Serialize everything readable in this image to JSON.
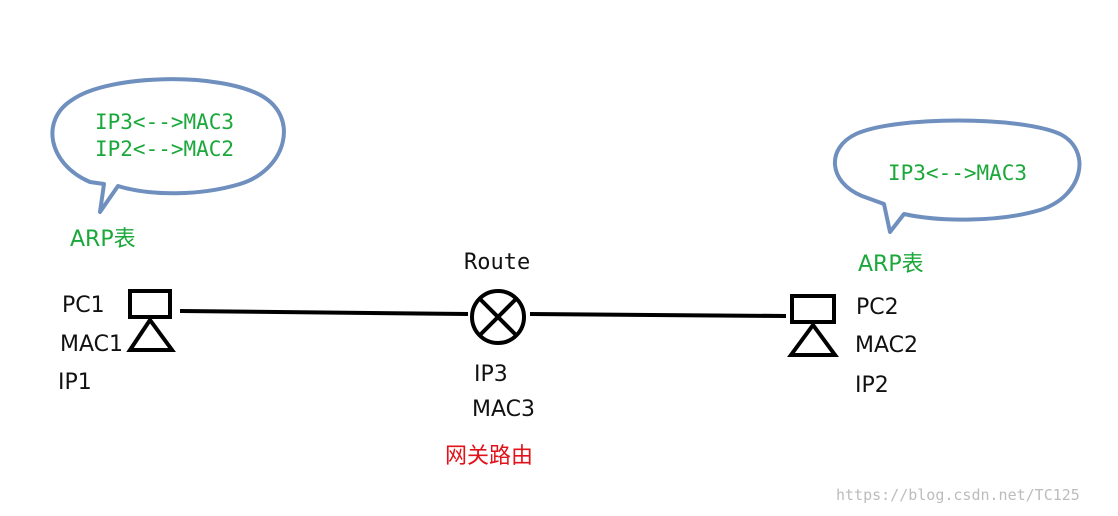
{
  "colors": {
    "bubble_stroke": "#6f8fbe",
    "arp_text": "#1aa83a",
    "gateway_label": "#e0121a",
    "line": "#000000",
    "watermark": "#bcbcbc"
  },
  "left_bubble": {
    "entries": [
      "IP3<-->MAC3",
      "IP2<-->MAC2"
    ]
  },
  "right_bubble": {
    "entries": [
      "IP3<-->MAC3"
    ]
  },
  "left_arp_label": "ARP表",
  "right_arp_label": "ARP表",
  "router": {
    "name": "Route",
    "ip": "IP3",
    "mac": "MAC3",
    "caption": "网关路由"
  },
  "pc1": {
    "name": "PC1",
    "mac": "MAC1",
    "ip": "IP1"
  },
  "pc2": {
    "name": "PC2",
    "mac": "MAC2",
    "ip": "IP2"
  },
  "watermark": "https://blog.csdn.net/TC125"
}
